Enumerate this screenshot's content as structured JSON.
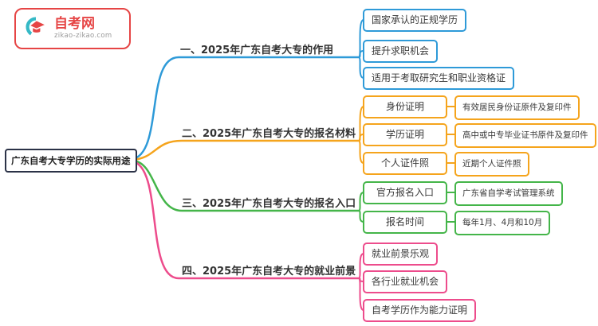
{
  "logo": {
    "name": "自考网",
    "site": "zikao-zikao.com",
    "color": "#e64545"
  },
  "root": {
    "label": "广东自考大专学历的实际用途",
    "color": "#2b3247"
  },
  "branches": [
    {
      "label": "一、2025年广东自考大专的作用",
      "color": "#2e9ad8",
      "children": [
        {
          "label": "国家承认的正规学历"
        },
        {
          "label": "提升求职机会"
        },
        {
          "label": "适用于考取研究生和职业资格证"
        }
      ]
    },
    {
      "label": "二、2025年广东自考大专的报名材料",
      "color": "#f5a41c",
      "children": [
        {
          "label": "身份证明",
          "detail": "有效居民身份证原件及复印件"
        },
        {
          "label": "学历证明",
          "detail": "高中或中专毕业证书原件及复印件"
        },
        {
          "label": "个人证件照",
          "detail": "近期个人证件照"
        }
      ]
    },
    {
      "label": "三、2025年广东自考大专的报名入口",
      "color": "#44b549",
      "children": [
        {
          "label": "官方报名入口",
          "detail": "广东省自学考试管理系统"
        },
        {
          "label": "报名时间",
          "detail": "每年1月、4月和10月"
        }
      ]
    },
    {
      "label": "四、2025年广东自考大专的就业前景",
      "color": "#ed4c8c",
      "children": [
        {
          "label": "就业前景乐观"
        },
        {
          "label": "各行业就业机会"
        },
        {
          "label": "自考学历作为能力证明"
        }
      ]
    }
  ]
}
